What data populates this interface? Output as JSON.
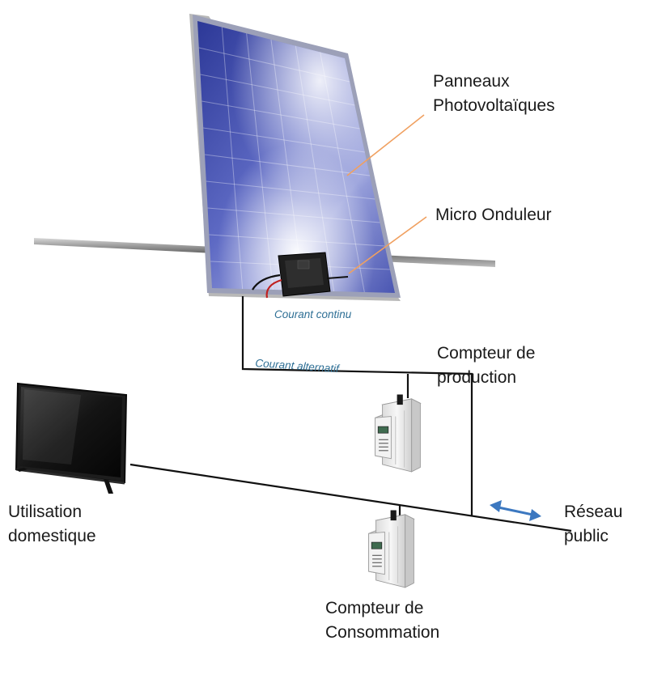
{
  "labels": {
    "panels": [
      "Panneaux",
      "Photovoltaïques"
    ],
    "inverter": "Micro Onduleur",
    "dc_current": "Courant continu",
    "ac_current": "Courant alternatif",
    "production_meter": [
      "Compteur de",
      "production"
    ],
    "domestic_use": [
      "Utilisation",
      "domestique"
    ],
    "public_grid": [
      "Réseau",
      "public"
    ],
    "consumption_meter": [
      "Compteur de",
      "Consommation"
    ]
  },
  "colors": {
    "pointer": "#f0a060",
    "grid_arrow": "#3c78c0",
    "note_text": "#2e6f95",
    "panel_cell": "#3a46a8",
    "wire": "#111111"
  },
  "icons": {
    "panel": "solar-panel-icon",
    "inverter": "micro-inverter-icon",
    "tv": "television-icon",
    "meter": "electric-meter-icon"
  }
}
